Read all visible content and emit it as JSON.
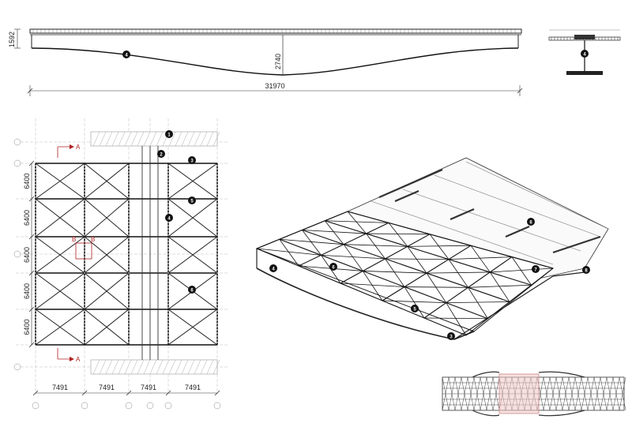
{
  "elevation": {
    "height_dim": "1592",
    "sag_dim": "2740",
    "span_dim": "31970",
    "callout": "4"
  },
  "section_detail": {
    "callout": "4"
  },
  "plan": {
    "column_spacings": [
      "7491",
      "7491",
      "7491",
      "7491"
    ],
    "row_spacings": [
      "6400",
      "6400",
      "6400",
      "6400",
      "6400"
    ],
    "section_marks": [
      "A",
      "A",
      "B",
      "B"
    ],
    "callouts": [
      "1",
      "2",
      "3",
      "5",
      "4",
      "6"
    ]
  },
  "isometric": {
    "callouts": [
      "4",
      "6",
      "5",
      "3",
      "6",
      "7",
      "8"
    ]
  }
}
